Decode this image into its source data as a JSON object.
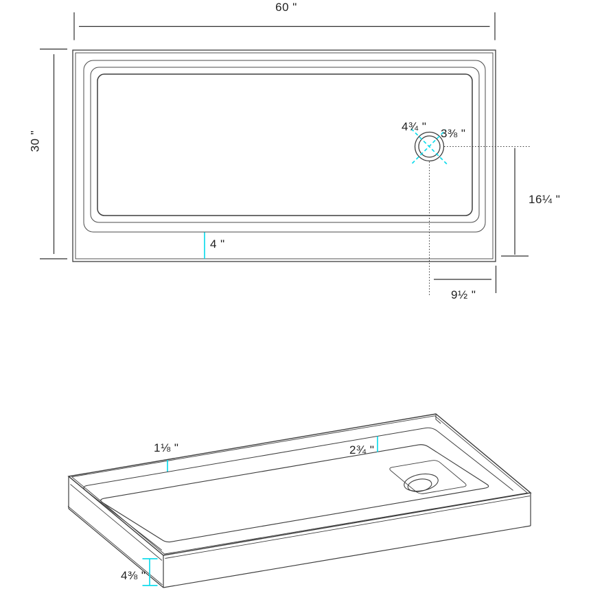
{
  "title": "Shower base technical drawing",
  "colors": {
    "line": "#3d3d3d",
    "inner_line": "#4a4a4a",
    "accent_cyan": "#0fdcec",
    "text": "#1e1e1e"
  },
  "top_view": {
    "name": "Top plan view",
    "dimensions": {
      "width": "60 \"",
      "depth": "30 \"",
      "drain_offset_a": "4¾ \"",
      "drain_offset_b": "3⅜ \"",
      "drain_to_front": "16¼ \"",
      "drain_to_side": "9½ \"",
      "threshold_width": "4 \""
    }
  },
  "isometric_view": {
    "name": "Isometric view",
    "dimensions": {
      "rim_width_back": "1⅛ \"",
      "rim_width_right": "2¾ \"",
      "apron_height": "4⅜ \""
    }
  }
}
